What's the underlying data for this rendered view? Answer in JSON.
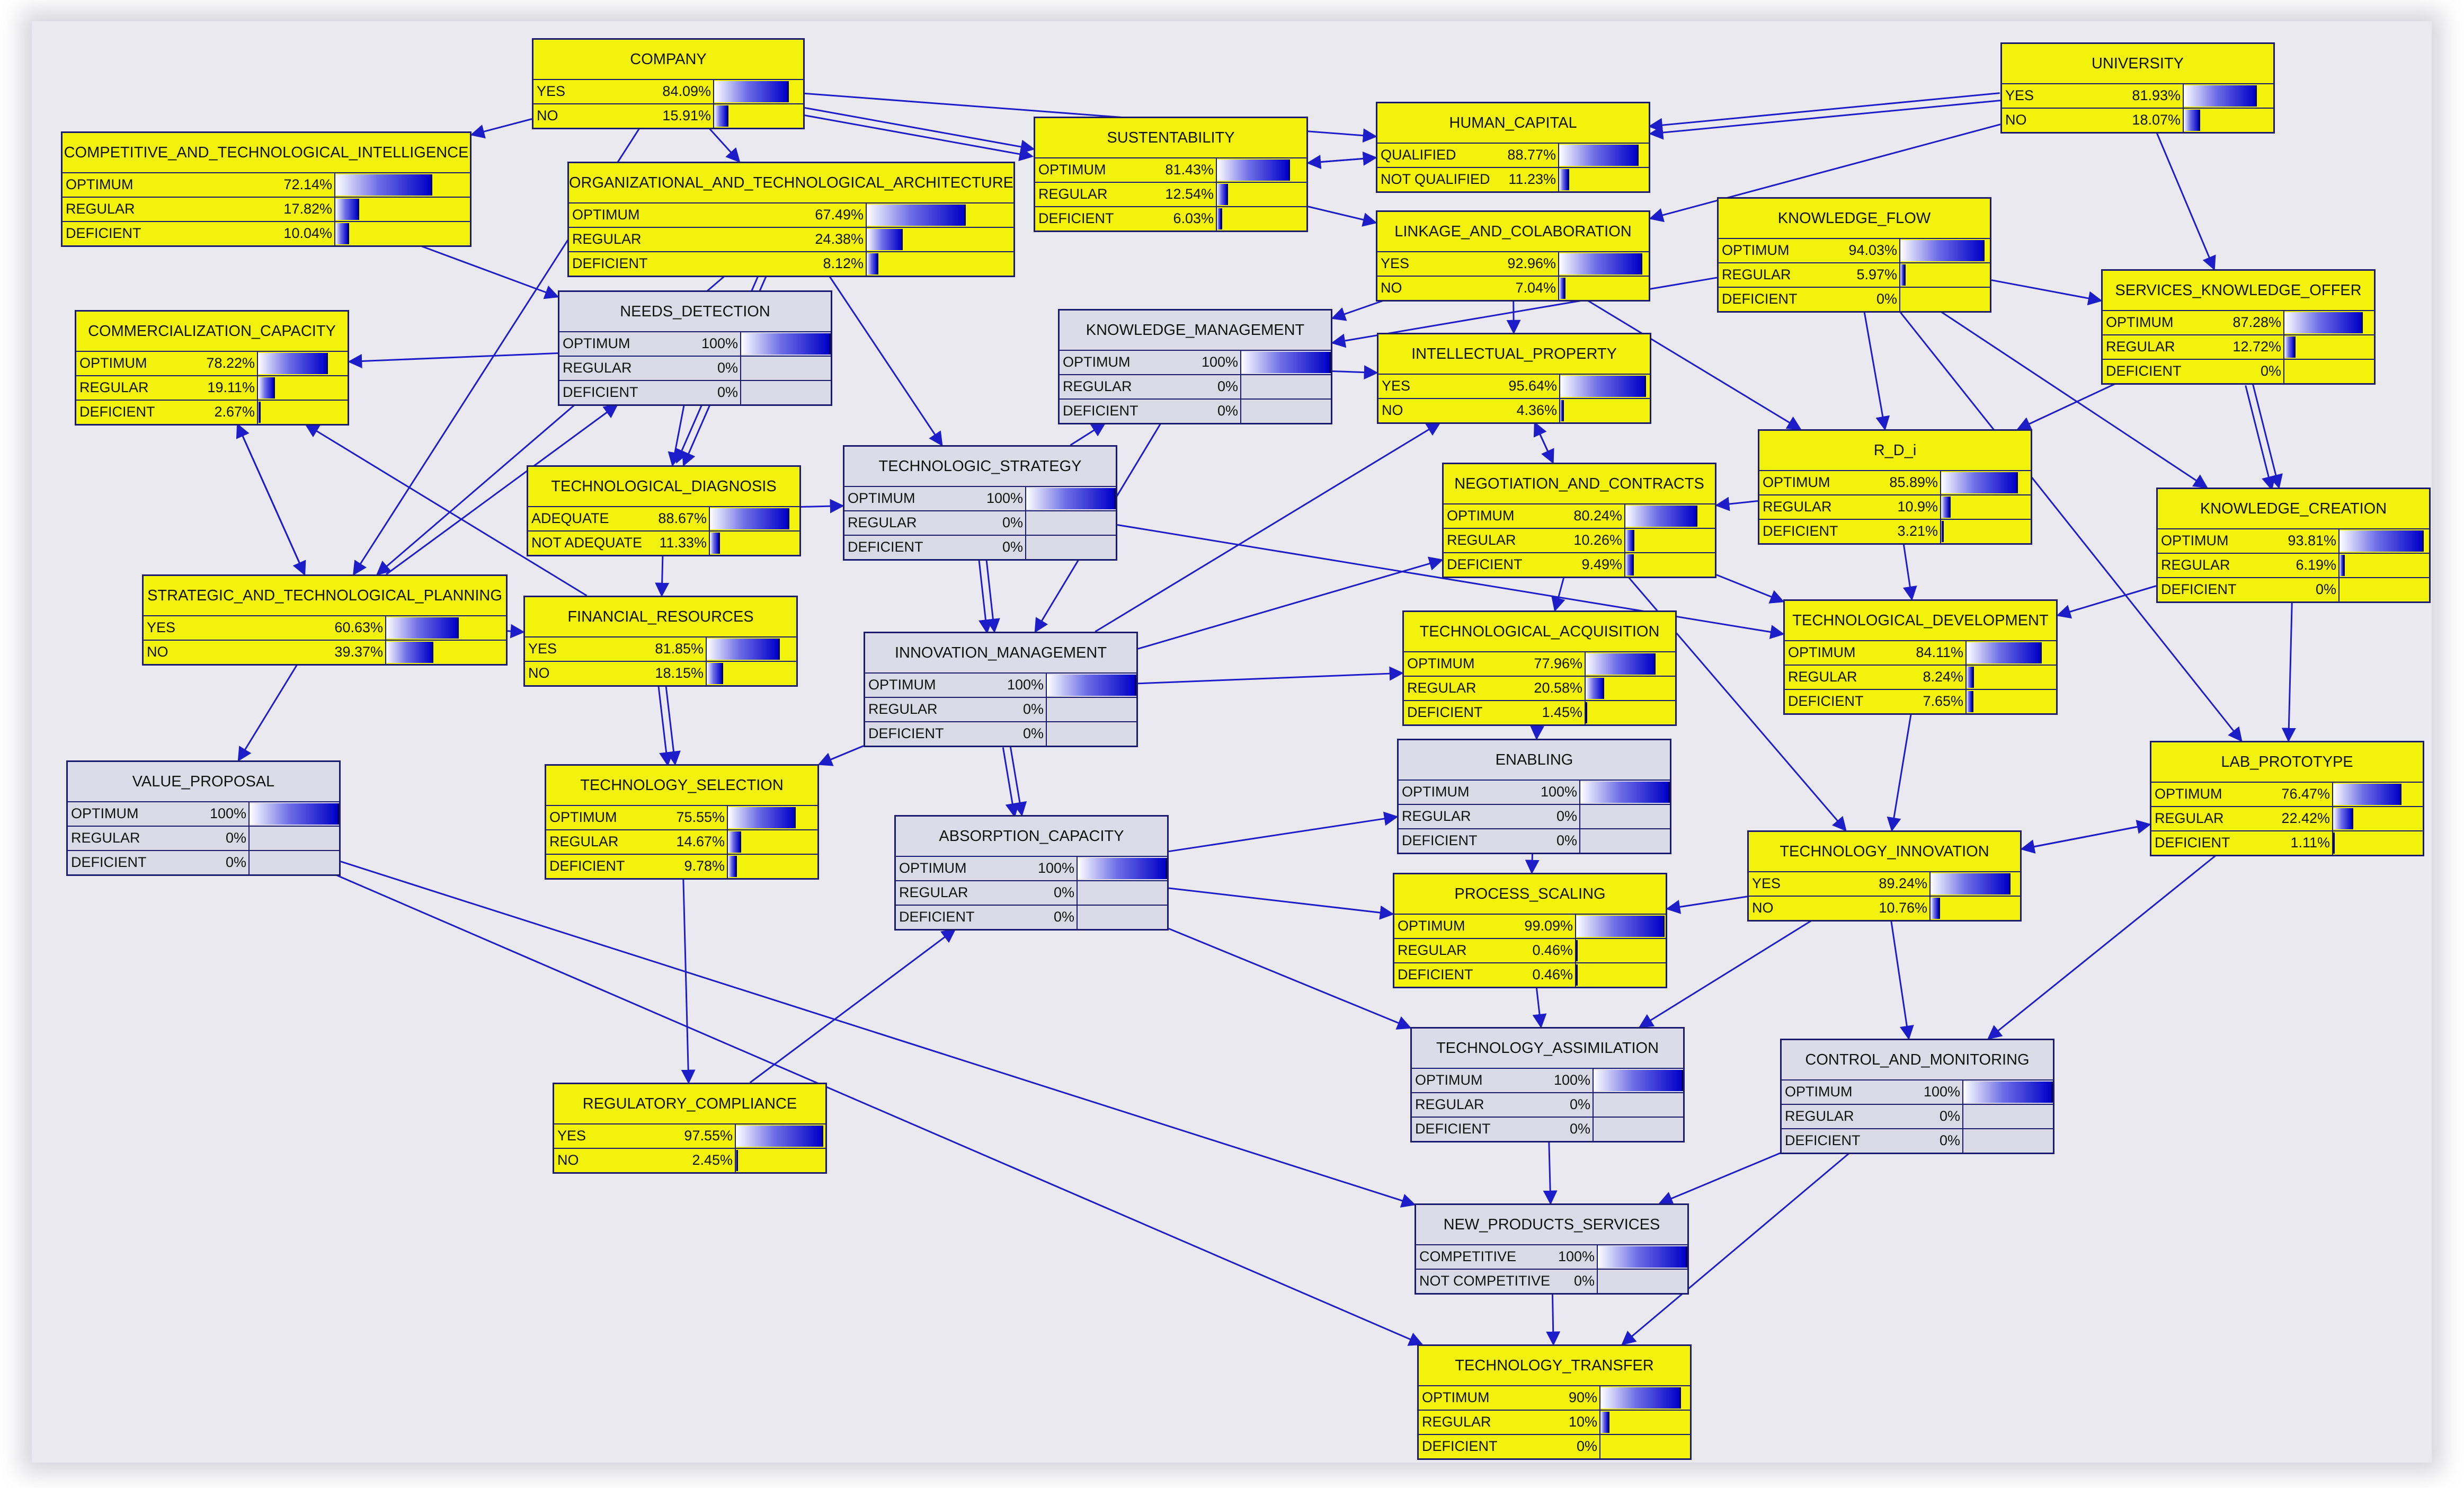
{
  "nodes": [
    {
      "id": "company",
      "title": "COMPANY",
      "color": "yellow",
      "states": [
        {
          "label": "YES",
          "value": "84.09%",
          "p": 0.8409
        },
        {
          "label": "NO",
          "value": "15.91%",
          "p": 0.1591
        }
      ]
    },
    {
      "id": "university",
      "title": "UNIVERSITY",
      "color": "yellow",
      "states": [
        {
          "label": "YES",
          "value": "81.93%",
          "p": 0.8193
        },
        {
          "label": "NO",
          "value": "18.07%",
          "p": 0.1807
        }
      ]
    },
    {
      "id": "cti",
      "title": "COMPETITIVE_AND_TECHNOLOGICAL_INTELLIGENCE",
      "color": "yellow",
      "states": [
        {
          "label": "OPTIMUM",
          "value": "72.14%",
          "p": 0.7214
        },
        {
          "label": "REGULAR",
          "value": "17.82%",
          "p": 0.1782
        },
        {
          "label": "DEFICIENT",
          "value": "10.04%",
          "p": 0.1004
        }
      ]
    },
    {
      "id": "ota",
      "title": "ORGANIZATIONAL_AND_TECHNOLOGICAL_ARCHITECTURE",
      "color": "yellow",
      "states": [
        {
          "label": "OPTIMUM",
          "value": "67.49%",
          "p": 0.6749
        },
        {
          "label": "REGULAR",
          "value": "24.38%",
          "p": 0.2438
        },
        {
          "label": "DEFICIENT",
          "value": "8.12%",
          "p": 0.0812
        }
      ]
    },
    {
      "id": "sust",
      "title": "SUSTENTABILITY",
      "color": "yellow",
      "states": [
        {
          "label": "OPTIMUM",
          "value": "81.43%",
          "p": 0.8143
        },
        {
          "label": "REGULAR",
          "value": "12.54%",
          "p": 0.1254
        },
        {
          "label": "DEFICIENT",
          "value": "6.03%",
          "p": 0.0603
        }
      ]
    },
    {
      "id": "hc",
      "title": "HUMAN_CAPITAL",
      "color": "yellow",
      "states": [
        {
          "label": "QUALIFIED",
          "value": "88.77%",
          "p": 0.8877
        },
        {
          "label": "NOT QUALIFIED",
          "value": "11.23%",
          "p": 0.1123
        }
      ]
    },
    {
      "id": "lc",
      "title": "LINKAGE_AND_COLABORATION",
      "color": "yellow",
      "states": [
        {
          "label": "YES",
          "value": "92.96%",
          "p": 0.9296
        },
        {
          "label": "NO",
          "value": "7.04%",
          "p": 0.0704
        }
      ]
    },
    {
      "id": "kf",
      "title": "KNOWLEDGE_FLOW",
      "color": "yellow",
      "states": [
        {
          "label": "OPTIMUM",
          "value": "94.03%",
          "p": 0.9403
        },
        {
          "label": "REGULAR",
          "value": "5.97%",
          "p": 0.0597
        },
        {
          "label": "DEFICIENT",
          "value": "0%",
          "p": 0
        }
      ]
    },
    {
      "id": "sko",
      "title": "SERVICES_KNOWLEDGE_OFFER",
      "color": "yellow",
      "states": [
        {
          "label": "OPTIMUM",
          "value": "87.28%",
          "p": 0.8728
        },
        {
          "label": "REGULAR",
          "value": "12.72%",
          "p": 0.1272
        },
        {
          "label": "DEFICIENT",
          "value": "0%",
          "p": 0
        }
      ]
    },
    {
      "id": "cc",
      "title": "COMMERCIALIZATION_CAPACITY",
      "color": "yellow",
      "states": [
        {
          "label": "OPTIMUM",
          "value": "78.22%",
          "p": 0.7822
        },
        {
          "label": "REGULAR",
          "value": "19.11%",
          "p": 0.1911
        },
        {
          "label": "DEFICIENT",
          "value": "2.67%",
          "p": 0.0267
        }
      ]
    },
    {
      "id": "nd",
      "title": "NEEDS_DETECTION",
      "color": "grey",
      "states": [
        {
          "label": "OPTIMUM",
          "value": "100%",
          "p": 1
        },
        {
          "label": "REGULAR",
          "value": "0%",
          "p": 0
        },
        {
          "label": "DEFICIENT",
          "value": "0%",
          "p": 0
        }
      ]
    },
    {
      "id": "km",
      "title": "KNOWLEDGE_MANAGEMENT",
      "color": "grey",
      "states": [
        {
          "label": "OPTIMUM",
          "value": "100%",
          "p": 1
        },
        {
          "label": "REGULAR",
          "value": "0%",
          "p": 0
        },
        {
          "label": "DEFICIENT",
          "value": "0%",
          "p": 0
        }
      ]
    },
    {
      "id": "ip",
      "title": "INTELLECTUAL_PROPERTY",
      "color": "yellow",
      "states": [
        {
          "label": "YES",
          "value": "95.64%",
          "p": 0.9564
        },
        {
          "label": "NO",
          "value": "4.36%",
          "p": 0.0436
        }
      ]
    },
    {
      "id": "rdi",
      "title": "R_D_i",
      "color": "yellow",
      "states": [
        {
          "label": "OPTIMUM",
          "value": "85.89%",
          "p": 0.8589
        },
        {
          "label": "REGULAR",
          "value": "10.9%",
          "p": 0.109
        },
        {
          "label": "DEFICIENT",
          "value": "3.21%",
          "p": 0.0321
        }
      ]
    },
    {
      "id": "kc",
      "title": "KNOWLEDGE_CREATION",
      "color": "yellow",
      "states": [
        {
          "label": "OPTIMUM",
          "value": "93.81%",
          "p": 0.9381
        },
        {
          "label": "REGULAR",
          "value": "6.19%",
          "p": 0.0619
        },
        {
          "label": "DEFICIENT",
          "value": "0%",
          "p": 0
        }
      ]
    },
    {
      "id": "td",
      "title": "TECHNOLOGICAL_DIAGNOSIS",
      "color": "yellow",
      "states": [
        {
          "label": "ADEQUATE",
          "value": "88.67%",
          "p": 0.8867
        },
        {
          "label": "NOT ADEQUATE",
          "value": "11.33%",
          "p": 0.1133
        }
      ]
    },
    {
      "id": "ts",
      "title": "TECHNOLOGIC_STRATEGY",
      "color": "grey",
      "states": [
        {
          "label": "OPTIMUM",
          "value": "100%",
          "p": 1
        },
        {
          "label": "REGULAR",
          "value": "0%",
          "p": 0
        },
        {
          "label": "DEFICIENT",
          "value": "0%",
          "p": 0
        }
      ]
    },
    {
      "id": "nc",
      "title": "NEGOTIATION_AND_CONTRACTS",
      "color": "yellow",
      "states": [
        {
          "label": "OPTIMUM",
          "value": "80.24%",
          "p": 0.8024
        },
        {
          "label": "REGULAR",
          "value": "10.26%",
          "p": 0.1026
        },
        {
          "label": "DEFICIENT",
          "value": "9.49%",
          "p": 0.0949
        }
      ]
    },
    {
      "id": "stp",
      "title": "STRATEGIC_AND_TECHNOLOGICAL_PLANNING",
      "color": "yellow",
      "states": [
        {
          "label": "YES",
          "value": "60.63%",
          "p": 0.6063
        },
        {
          "label": "NO",
          "value": "39.37%",
          "p": 0.3937
        }
      ]
    },
    {
      "id": "fr",
      "title": "FINANCIAL_RESOURCES",
      "color": "yellow",
      "states": [
        {
          "label": "YES",
          "value": "81.85%",
          "p": 0.8185
        },
        {
          "label": "NO",
          "value": "18.15%",
          "p": 0.1815
        }
      ]
    },
    {
      "id": "im",
      "title": "INNOVATION_MANAGEMENT",
      "color": "grey",
      "states": [
        {
          "label": "OPTIMUM",
          "value": "100%",
          "p": 1
        },
        {
          "label": "REGULAR",
          "value": "0%",
          "p": 0
        },
        {
          "label": "DEFICIENT",
          "value": "0%",
          "p": 0
        }
      ]
    },
    {
      "id": "ta",
      "title": "TECHNOLOGICAL_ACQUISITION",
      "color": "yellow",
      "states": [
        {
          "label": "OPTIMUM",
          "value": "77.96%",
          "p": 0.7796
        },
        {
          "label": "REGULAR",
          "value": "20.58%",
          "p": 0.2058
        },
        {
          "label": "DEFICIENT",
          "value": "1.45%",
          "p": 0.0145
        }
      ]
    },
    {
      "id": "tdev",
      "title": "TECHNOLOGICAL_DEVELOPMENT",
      "color": "yellow",
      "states": [
        {
          "label": "OPTIMUM",
          "value": "84.11%",
          "p": 0.8411
        },
        {
          "label": "REGULAR",
          "value": "8.24%",
          "p": 0.0824
        },
        {
          "label": "DEFICIENT",
          "value": "7.65%",
          "p": 0.0765
        }
      ]
    },
    {
      "id": "vp",
      "title": "VALUE_PROPOSAL",
      "color": "grey",
      "states": [
        {
          "label": "OPTIMUM",
          "value": "100%",
          "p": 1
        },
        {
          "label": "REGULAR",
          "value": "0%",
          "p": 0
        },
        {
          "label": "DEFICIENT",
          "value": "0%",
          "p": 0
        }
      ]
    },
    {
      "id": "tsel",
      "title": "TECHNOLOGY_SELECTION",
      "color": "yellow",
      "states": [
        {
          "label": "OPTIMUM",
          "value": "75.55%",
          "p": 0.7555
        },
        {
          "label": "REGULAR",
          "value": "14.67%",
          "p": 0.1467
        },
        {
          "label": "DEFICIENT",
          "value": "9.78%",
          "p": 0.0978
        }
      ]
    },
    {
      "id": "en",
      "title": "ENABLING",
      "color": "grey",
      "states": [
        {
          "label": "OPTIMUM",
          "value": "100%",
          "p": 1
        },
        {
          "label": "REGULAR",
          "value": "0%",
          "p": 0
        },
        {
          "label": "DEFICIENT",
          "value": "0%",
          "p": 0
        }
      ]
    },
    {
      "id": "lp",
      "title": "LAB_PROTOTYPE",
      "color": "yellow",
      "states": [
        {
          "label": "OPTIMUM",
          "value": "76.47%",
          "p": 0.7647
        },
        {
          "label": "REGULAR",
          "value": "22.42%",
          "p": 0.2242
        },
        {
          "label": "DEFICIENT",
          "value": "1.11%",
          "p": 0.0111
        }
      ]
    },
    {
      "id": "ac",
      "title": "ABSORPTION_CAPACITY",
      "color": "grey",
      "states": [
        {
          "label": "OPTIMUM",
          "value": "100%",
          "p": 1
        },
        {
          "label": "REGULAR",
          "value": "0%",
          "p": 0
        },
        {
          "label": "DEFICIENT",
          "value": "0%",
          "p": 0
        }
      ]
    },
    {
      "id": "ti",
      "title": "TECHNOLOGY_INNOVATION",
      "color": "yellow",
      "states": [
        {
          "label": "YES",
          "value": "89.24%",
          "p": 0.8924
        },
        {
          "label": "NO",
          "value": "10.76%",
          "p": 0.1076
        }
      ]
    },
    {
      "id": "ps",
      "title": "PROCESS_SCALING",
      "color": "yellow",
      "states": [
        {
          "label": "OPTIMUM",
          "value": "99.09%",
          "p": 0.9909
        },
        {
          "label": "REGULAR",
          "value": "0.46%",
          "p": 0.0046
        },
        {
          "label": "DEFICIENT",
          "value": "0.46%",
          "p": 0.0046
        }
      ]
    },
    {
      "id": "tas",
      "title": "TECHNOLOGY_ASSIMILATION",
      "color": "grey",
      "states": [
        {
          "label": "OPTIMUM",
          "value": "100%",
          "p": 1
        },
        {
          "label": "REGULAR",
          "value": "0%",
          "p": 0
        },
        {
          "label": "DEFICIENT",
          "value": "0%",
          "p": 0
        }
      ]
    },
    {
      "id": "cm",
      "title": "CONTROL_AND_MONITORING",
      "color": "grey",
      "states": [
        {
          "label": "OPTIMUM",
          "value": "100%",
          "p": 1
        },
        {
          "label": "REGULAR",
          "value": "0%",
          "p": 0
        },
        {
          "label": "DEFICIENT",
          "value": "0%",
          "p": 0
        }
      ]
    },
    {
      "id": "rc",
      "title": "REGULATORY_COMPLIANCE",
      "color": "yellow",
      "states": [
        {
          "label": "YES",
          "value": "97.55%",
          "p": 0.9755
        },
        {
          "label": "NO",
          "value": "2.45%",
          "p": 0.0245
        }
      ]
    },
    {
      "id": "nps",
      "title": "NEW_PRODUCTS_SERVICES",
      "color": "grey",
      "states": [
        {
          "label": "COMPETITIVE",
          "value": "100%",
          "p": 1
        },
        {
          "label": "NOT COMPETITIVE",
          "value": "0%",
          "p": 0
        }
      ]
    },
    {
      "id": "tt",
      "title": "TECHNOLOGY_TRANSFER",
      "color": "yellow",
      "states": [
        {
          "label": "OPTIMUM",
          "value": "90%",
          "p": 0.9
        },
        {
          "label": "REGULAR",
          "value": "10%",
          "p": 0.1
        },
        {
          "label": "DEFICIENT",
          "value": "0%",
          "p": 0
        }
      ]
    }
  ],
  "edges": [
    [
      "company",
      "cti"
    ],
    [
      "company",
      "ota"
    ],
    [
      "company",
      "sust"
    ],
    [
      "company",
      "hc"
    ],
    [
      "company",
      "stp"
    ],
    [
      "company",
      "sust"
    ],
    [
      "university",
      "hc"
    ],
    [
      "university",
      "lc"
    ],
    [
      "university",
      "sko"
    ],
    [
      "university",
      "hc"
    ],
    [
      "hc",
      "sust"
    ],
    [
      "sust",
      "hc"
    ],
    [
      "sust",
      "lc"
    ],
    [
      "lc",
      "km"
    ],
    [
      "lc",
      "ip"
    ],
    [
      "lc",
      "rdi"
    ],
    [
      "kf",
      "km"
    ],
    [
      "kf",
      "sko"
    ],
    [
      "kf",
      "rdi"
    ],
    [
      "kf",
      "kc"
    ],
    [
      "kf",
      "lp"
    ],
    [
      "sko",
      "rdi"
    ],
    [
      "sko",
      "kc"
    ],
    [
      "sko",
      "kc"
    ],
    [
      "cti",
      "nd"
    ],
    [
      "ota",
      "td"
    ],
    [
      "ota",
      "ts"
    ],
    [
      "ota",
      "stp"
    ],
    [
      "ota",
      "td"
    ],
    [
      "nd",
      "cc"
    ],
    [
      "nd",
      "td"
    ],
    [
      "km",
      "ip"
    ],
    [
      "ts",
      "km"
    ],
    [
      "km",
      "im"
    ],
    [
      "ip",
      "nc"
    ],
    [
      "nc",
      "ip"
    ],
    [
      "rdi",
      "nc"
    ],
    [
      "rdi",
      "tdev"
    ],
    [
      "kc",
      "tdev"
    ],
    [
      "kc",
      "lp"
    ],
    [
      "td",
      "ts"
    ],
    [
      "td",
      "fr"
    ],
    [
      "ts",
      "im"
    ],
    [
      "ts",
      "im"
    ],
    [
      "ts",
      "tdev"
    ],
    [
      "stp",
      "cc"
    ],
    [
      "stp",
      "nd"
    ],
    [
      "stp",
      "vp"
    ],
    [
      "stp",
      "fr"
    ],
    [
      "cc",
      "stp"
    ],
    [
      "fr",
      "cc"
    ],
    [
      "fr",
      "tsel"
    ],
    [
      "fr",
      "tsel"
    ],
    [
      "im",
      "ip"
    ],
    [
      "im",
      "nc"
    ],
    [
      "im",
      "ta"
    ],
    [
      "im",
      "ac"
    ],
    [
      "im",
      "ac"
    ],
    [
      "im",
      "tsel"
    ],
    [
      "nc",
      "ta"
    ],
    [
      "nc",
      "tdev"
    ],
    [
      "nc",
      "ti"
    ],
    [
      "ta",
      "en"
    ],
    [
      "tdev",
      "ti"
    ],
    [
      "vp",
      "nps"
    ],
    [
      "vp",
      "tt"
    ],
    [
      "tsel",
      "rc"
    ],
    [
      "rc",
      "ac"
    ],
    [
      "ac",
      "en"
    ],
    [
      "ac",
      "ps"
    ],
    [
      "ac",
      "tas"
    ],
    [
      "en",
      "ps"
    ],
    [
      "ti",
      "ps"
    ],
    [
      "ti",
      "lp"
    ],
    [
      "lp",
      "ti"
    ],
    [
      "ti",
      "tas"
    ],
    [
      "ti",
      "cm"
    ],
    [
      "lp",
      "cm"
    ],
    [
      "ps",
      "tas"
    ],
    [
      "tas",
      "nps"
    ],
    [
      "cm",
      "nps"
    ],
    [
      "cm",
      "tt"
    ],
    [
      "nps",
      "tt"
    ]
  ]
}
